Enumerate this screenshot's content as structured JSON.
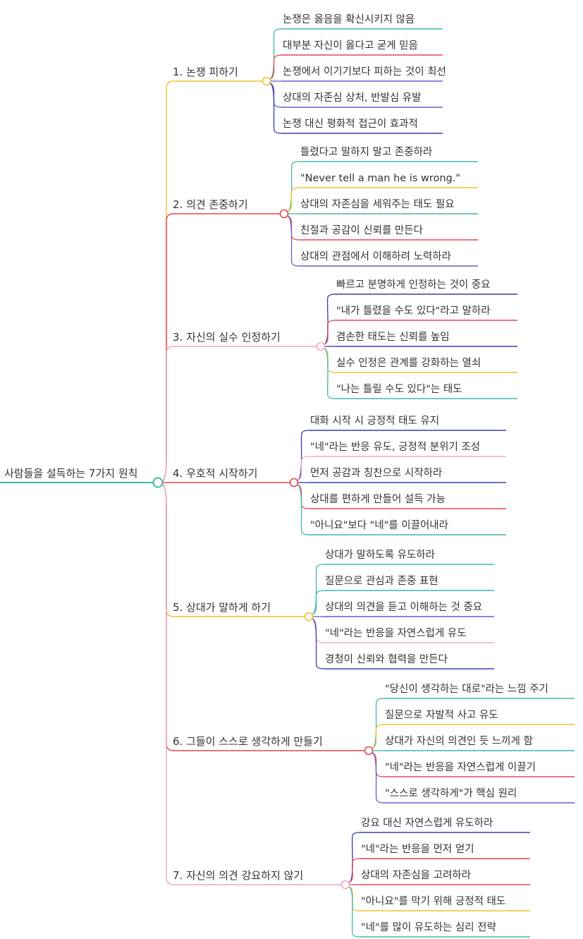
{
  "root": {
    "label": "사람들을 설득하는 7가지 원칙",
    "color": "#3fb8a8"
  },
  "branches": [
    {
      "label": "1. 논쟁 피하기",
      "color": "#f2c12e",
      "items": [
        {
          "text": "논쟁은 옳음을 확신시키지 않음",
          "color": "#3fb8a8"
        },
        {
          "text": "대부분 자신이 옳다고 굳게 믿음",
          "color": "#e8474f"
        },
        {
          "text": "논쟁에서 이기기보다 피하는 것이 최선",
          "color": "#6a5acd"
        },
        {
          "text": "상대의 자존심 상처, 반발심 유발",
          "color": "#6a5acd"
        },
        {
          "text": "논쟁 대신 평화적 접근이 효과적",
          "color": "#3b3bb3"
        }
      ]
    },
    {
      "label": "2. 의견 존중하기",
      "color": "#e8474f",
      "items": [
        {
          "text": "틀렸다고 말하지 말고 존중하라",
          "color": "#3fb8a8"
        },
        {
          "text": "\"Never tell a man he is wrong.\"",
          "color": "#f2c12e"
        },
        {
          "text": "상대의 자존심을 세워주는 태도 필요",
          "color": "#3fb8a8"
        },
        {
          "text": "친절과 공감이 신뢰를 만든다",
          "color": "#e8474f"
        },
        {
          "text": "상대의 관점에서 이해하려 노력하라",
          "color": "#6a5acd"
        }
      ]
    },
    {
      "label": "3. 자신의 실수 인정하기",
      "color": "#f4a6c0",
      "items": [
        {
          "text": "빠르고 분명하게 인정하는 것이 중요",
          "color": "#3b3bb3"
        },
        {
          "text": "\"내가 틀렸을 수도 있다\"라고 말하라",
          "color": "#e8474f"
        },
        {
          "text": "겸손한 태도는 신뢰를 높임",
          "color": "#3b3bb3"
        },
        {
          "text": "실수 인정은 관계를 강화하는 열쇠",
          "color": "#f2c12e"
        },
        {
          "text": "\"나는 틀릴 수도 있다\"는 태도",
          "color": "#3fb8a8"
        }
      ]
    },
    {
      "label": "4. 우호적 시작하기",
      "color": "#e8474f",
      "items": [
        {
          "text": "대화 시작 시 긍정적 태도 유지",
          "color": "#3b3bb3"
        },
        {
          "text": "\"네\"라는 반응 유도, 긍정적 분위기 조성",
          "color": "#f4a6c0"
        },
        {
          "text": "먼저 공감과 칭찬으로 시작하라",
          "color": "#3b3bb3"
        },
        {
          "text": "상대를 편하게 만들어 설득 가능",
          "color": "#e8474f"
        },
        {
          "text": "\"아니요\"보다 \"네\"를 이끌어내라",
          "color": "#3fb8a8"
        }
      ]
    },
    {
      "label": "5. 상대가 말하게 하기",
      "color": "#f2c12e",
      "items": [
        {
          "text": "상대가 말하도록 유도하라",
          "color": "#3fb8a8"
        },
        {
          "text": "질문으로 관심과 존중 표현",
          "color": "#3fb8a8"
        },
        {
          "text": "상대의 의견을 듣고 이해하는 것 중요",
          "color": "#6a5acd"
        },
        {
          "text": "\"네\"라는 반응을 자연스럽게 유도",
          "color": "#f4a6c0"
        },
        {
          "text": "경청이 신뢰와 협력을 만든다",
          "color": "#3b3bb3"
        }
      ]
    },
    {
      "label": "6. 그들이 스스로 생각하게 만들기",
      "color": "#e8474f",
      "items": [
        {
          "text": "\"당신이 생각하는 대로\"라는 느낌 주기",
          "color": "#3fb8a8"
        },
        {
          "text": "질문으로 자발적 사고 유도",
          "color": "#f2c12e"
        },
        {
          "text": "상대가 자신의 의견인 듯 느끼게 함",
          "color": "#3fb8a8"
        },
        {
          "text": "\"네\"라는 반응을 자연스럽게 이끌기",
          "color": "#e8474f"
        },
        {
          "text": "\"스스로 생각하게\"가 핵심 원리",
          "color": "#6a5acd"
        }
      ]
    },
    {
      "label": "7. 자신의 의견 강요하지 않기",
      "color": "#f4a6c0",
      "items": [
        {
          "text": "강요 대신 자연스럽게 유도하라",
          "color": "#3b3bb3"
        },
        {
          "text": "\"네\"라는 반응을 먼저 얻기",
          "color": "#e8474f"
        },
        {
          "text": "상대의 자존심을 고려하라",
          "color": "#e8474f"
        },
        {
          "text": "\"아니요\"를 막기 위해 긍정적 태도",
          "color": "#f2c12e"
        },
        {
          "text": "\"네\"를 많이 유도하는 심리 전략",
          "color": "#3fb8a8"
        }
      ]
    }
  ]
}
